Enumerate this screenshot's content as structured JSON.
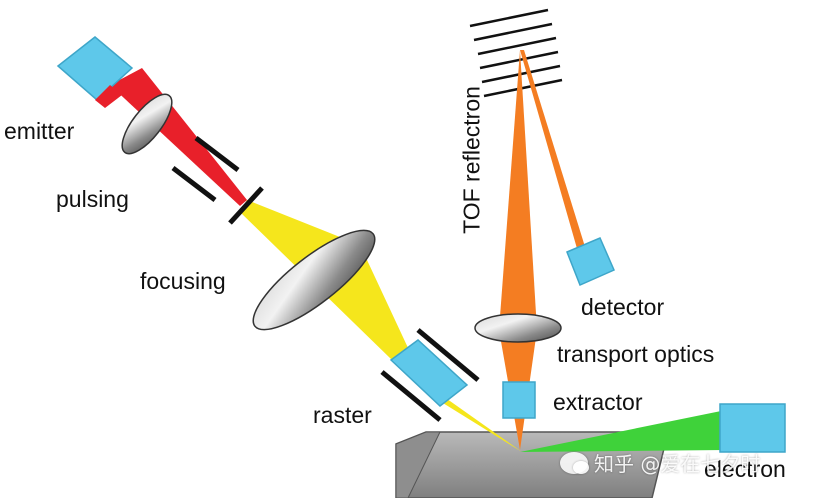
{
  "labels": {
    "emitter": "emitter",
    "pulsing": "pulsing",
    "focusing": "focusing",
    "raster": "raster",
    "tof_reflectron": "TOF reflectron",
    "detector": "detector",
    "transport_optics": "transport optics",
    "extractor": "extractor",
    "electron": "electron"
  },
  "watermark": "知乎 @爱在七夕时",
  "colors": {
    "block": "#5ec8ea",
    "block_edge": "#3ea6c9",
    "ion_beam_emitter": "#e8202a",
    "primary_beam": "#f5e61c",
    "secondary_beam": "#f47d22",
    "electron_beam": "#3fd23a",
    "plates": "#111111",
    "lens_dark": "#555555",
    "lens_light": "#e6e6e6",
    "sample": "#9a9a9a"
  }
}
